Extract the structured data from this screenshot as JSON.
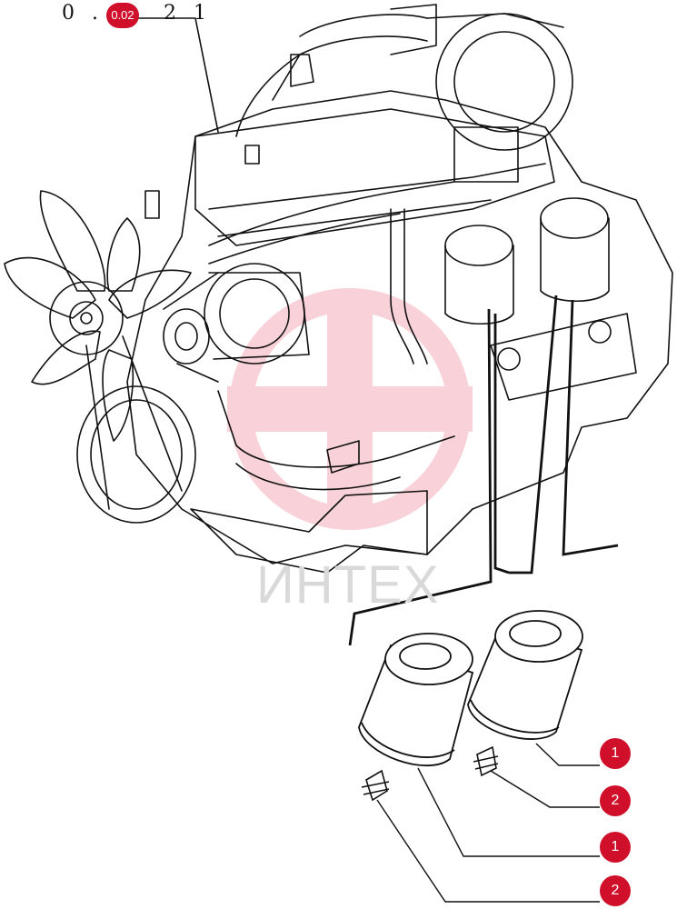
{
  "diagram": {
    "ref_prefix": "0 .",
    "ref_badge": "0.02",
    "ref_suffix": "2 1",
    "watermark": "ИНТЕХ",
    "callouts": [
      {
        "label": "1",
        "part": "oil filter"
      },
      {
        "label": "2",
        "part": "filter nipple"
      },
      {
        "label": "1",
        "part": "oil filter"
      },
      {
        "label": "2",
        "part": "filter nipple"
      }
    ]
  },
  "colors": {
    "accent": "#d0102b",
    "line": "#111111",
    "watermark": "#f2b7bf"
  }
}
